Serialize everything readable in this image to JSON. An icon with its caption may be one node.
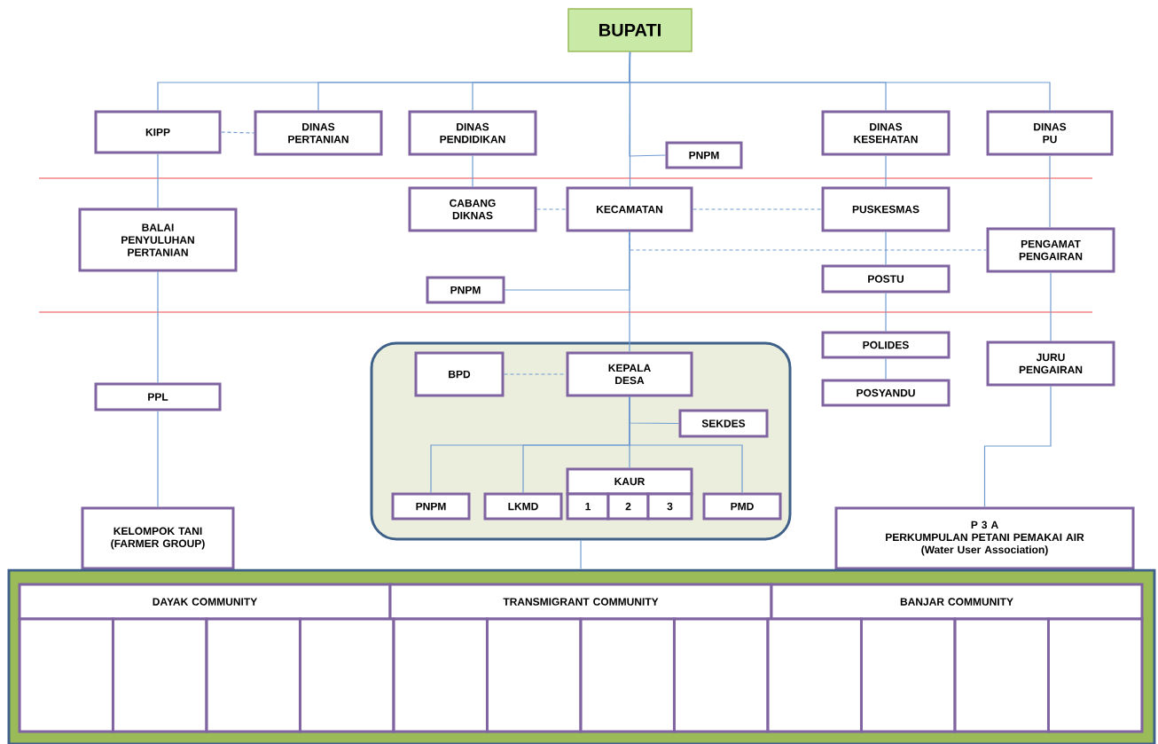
{
  "diagram": {
    "nodes": [
      {
        "text": [
          "BUPATI"
        ]
      },
      {
        "text": [
          "KIPP"
        ]
      },
      {
        "text": [
          "DINAS PERTANIAN"
        ]
      },
      {
        "text": [
          "DINAS PENDIDIKAN"
        ]
      },
      {
        "text": [
          "PNPM"
        ]
      },
      {
        "text": [
          "DINAS KESEHATAN"
        ]
      },
      {
        "text": [
          "DINAS PU"
        ]
      },
      {
        "text": [
          "BALAI PENYULUHAN PERTANIAN"
        ]
      },
      {
        "text": [
          "CABANG DIKNAS"
        ]
      },
      {
        "text": [
          "KECAMATAN"
        ]
      },
      {
        "text": [
          "PUSKESMAS"
        ]
      },
      {
        "text": [
          "PENGAMAT PENGAIRAN"
        ]
      },
      {
        "text": [
          "PNPM"
        ]
      },
      {
        "text": [
          "POSTU"
        ]
      },
      {
        "text": [
          "POLIDES"
        ]
      },
      {
        "text": [
          "POSYANDU"
        ]
      },
      {
        "text": [
          "JURU PENGAIRAN"
        ]
      },
      {
        "text": [
          "PPL"
        ]
      },
      {
        "text": [],
        "shape": "box"
      },
      {
        "text": [
          "BPD"
        ],
        "in": 18
      },
      {
        "text": [
          "KEPALA DESA"
        ],
        "in": 18
      },
      {
        "text": [
          "SEKDES"
        ],
        "in": 18
      },
      {
        "text": [
          "KAUR"
        ],
        "in": 18
      },
      {
        "text": [
          "PNPM"
        ],
        "in": 18
      },
      {
        "text": [
          "LKMD"
        ],
        "in": 18
      },
      {
        "text": [
          "1"
        ],
        "in": 18
      },
      {
        "text": [
          "2"
        ],
        "in": 18
      },
      {
        "text": [
          "3"
        ],
        "in": 18
      },
      {
        "text": [
          "PMD"
        ],
        "in": 18
      },
      {
        "text": [
          "KELOMPOK TANI (FARMER GROUP)"
        ]
      },
      {
        "text": [
          "P 3 A",
          "PERKUMPULAN PETANI PEMAKAI AIR",
          "(Water User Association)"
        ]
      },
      {
        "text": [],
        "shape": "box"
      },
      {
        "text": [
          "DAYAK COMMUNITY"
        ],
        "in": 31
      },
      {
        "text": [
          "TRANSMIGRANT COMMUNITY"
        ],
        "in": 31
      },
      {
        "text": [
          "BANJAR COMMUNITY"
        ],
        "in": 31
      },
      {
        "text": [],
        "shape": "box",
        "in": 31
      },
      {
        "text": [],
        "shape": "box",
        "in": 31
      },
      {
        "text": [],
        "shape": "box",
        "in": 31
      },
      {
        "text": [],
        "shape": "box",
        "in": 31
      },
      {
        "text": [],
        "shape": "box",
        "in": 31
      },
      {
        "text": [],
        "shape": "box",
        "in": 31
      },
      {
        "text": [],
        "shape": "box",
        "in": 31
      },
      {
        "text": [],
        "shape": "box",
        "in": 31
      },
      {
        "text": [],
        "shape": "box",
        "in": 31
      },
      {
        "text": [],
        "shape": "box",
        "in": 31
      },
      {
        "text": [],
        "shape": "box",
        "in": 31
      },
      {
        "text": [],
        "shape": "box",
        "in": 31
      }
    ],
    "edges": [
      {
        "from": 0,
        "to": 1,
        "arrow": "none"
      },
      {
        "from": 0,
        "to": 2,
        "arrow": "none"
      },
      {
        "from": 0,
        "to": 3,
        "arrow": "none"
      },
      {
        "from": 0,
        "to": 5,
        "arrow": "none"
      },
      {
        "from": 0,
        "to": 6,
        "arrow": "none"
      },
      {
        "from": 0,
        "to": 4,
        "arrow": "none"
      },
      {
        "from": 0,
        "to": 9,
        "arrow": "none"
      },
      {
        "from": 1,
        "to": 2,
        "arrow": "none",
        "style": "dashed"
      },
      {
        "from": 1,
        "to": 7,
        "arrow": "none"
      },
      {
        "from": 3,
        "to": 8,
        "arrow": "none"
      },
      {
        "from": 8,
        "to": 9,
        "arrow": "none",
        "style": "dashed"
      },
      {
        "from": 9,
        "to": 10,
        "arrow": "none",
        "style": "dashed"
      },
      {
        "from": 5,
        "to": 10,
        "arrow": "none"
      },
      {
        "from": 9,
        "to": 11,
        "arrow": "none",
        "style": "dashed"
      },
      {
        "from": 9,
        "to": 12,
        "arrow": "none"
      },
      {
        "from": 9,
        "to": 20,
        "arrow": "none"
      },
      {
        "from": 6,
        "to": 11,
        "arrow": "none"
      },
      {
        "from": 7,
        "to": 17,
        "arrow": "none"
      },
      {
        "from": 10,
        "to": 13,
        "arrow": "none"
      },
      {
        "from": 13,
        "to": 14,
        "arrow": "none"
      },
      {
        "from": 14,
        "to": 15,
        "arrow": "none"
      },
      {
        "from": 11,
        "to": 16,
        "arrow": "none"
      },
      {
        "from": 17,
        "to": 29,
        "arrow": "none"
      },
      {
        "from": 16,
        "to": 30,
        "arrow": "none"
      },
      {
        "from": 19,
        "to": 20,
        "arrow": "none",
        "style": "dashed"
      },
      {
        "from": 20,
        "to": 21,
        "arrow": "none"
      },
      {
        "from": 20,
        "to": 22,
        "arrow": "none"
      },
      {
        "from": 20,
        "to": 23,
        "arrow": "none"
      },
      {
        "from": 20,
        "to": 24,
        "arrow": "none"
      },
      {
        "from": 20,
        "to": 28,
        "arrow": "none"
      },
      {
        "from": 18,
        "to": 31,
        "arrow": "none"
      }
    ]
  }
}
